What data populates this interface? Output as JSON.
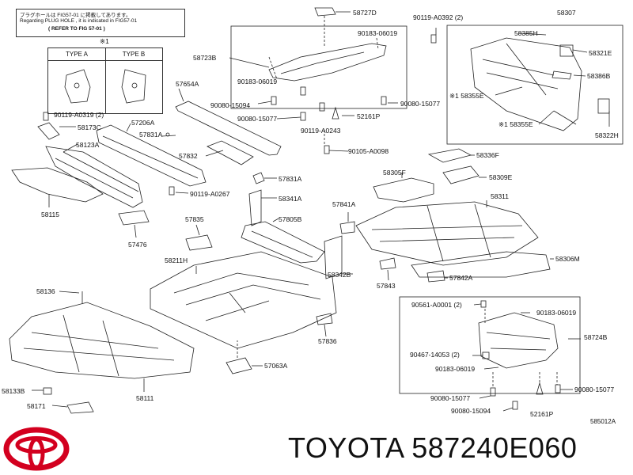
{
  "note": {
    "line1": "プラグホールは FIG57-01 に掲載してあります。",
    "line2": "Regarding PLUG HOLE , it is indicated in FIG57-01",
    "line3": "( REFER TO FIG 57-01 )"
  },
  "callout_mark": "※1",
  "types": {
    "a": "TYPE A",
    "b": "TYPE B"
  },
  "labels": {
    "p58727D": "58727D",
    "p90119A0392": "90119-A0392 (2)",
    "p58307": "58307",
    "p58385H": "58385H",
    "p58321E": "58321E",
    "p58386B": "58386B",
    "p58355E_1": "※1 58355E",
    "p58355E_2": "※1 58355E",
    "p58322H": "58322H",
    "p90183_06019a": "90183-06019",
    "p58723B": "58723B",
    "p90183_06019b": "90183-06019",
    "p57654A": "57654A",
    "p90080_15094a": "90080-15094",
    "p90080_15077a": "90080-15077",
    "p52161Pa": "52161P",
    "p90080_15077b": "90080-15077",
    "p90119A0243": "90119-A0243",
    "p90105A0098": "90105-A0098",
    "p90119A0319": "90119-A0319 (2)",
    "p58173C": "58173C",
    "p57206A": "57206A",
    "p57831Aa": "57831A",
    "p58123A": "58123A",
    "p57832": "57832",
    "p57831Ab": "57831A",
    "p90119A0267": "90119-A0267",
    "p58341A": "58341A",
    "p58115": "58115",
    "p57835": "57835",
    "p57805B": "57805B",
    "p57841A": "57841A",
    "p57476": "57476",
    "p58211H": "58211H",
    "p58342B": "58342B",
    "p58336F": "58336F",
    "p58305F": "58305F",
    "p58309E": "58309E",
    "p58311": "58311",
    "p58306M": "58306M",
    "p57843": "57843",
    "p57842A": "57842A",
    "p58136": "58136",
    "p90561A0001": "90561-A0001 (2)",
    "p90183_06019c": "90183-06019",
    "p58724B": "58724B",
    "p90467_14053": "90467-14053 (2)",
    "p90183_06019d": "90183-06019",
    "p57836": "57836",
    "p57063A": "57063A",
    "p58133B": "58133B",
    "p58111": "58111",
    "p58171": "58171",
    "p90080_15077c": "90080-15077",
    "p90080_15077d": "90080-15077",
    "p90080_15094b": "90080-15094",
    "p52161Pb": "52161P"
  },
  "diagram_code": "585012A",
  "brand": {
    "name": "TOYOTA",
    "part_number": "587240E060",
    "logo_color": "#d3001f"
  }
}
